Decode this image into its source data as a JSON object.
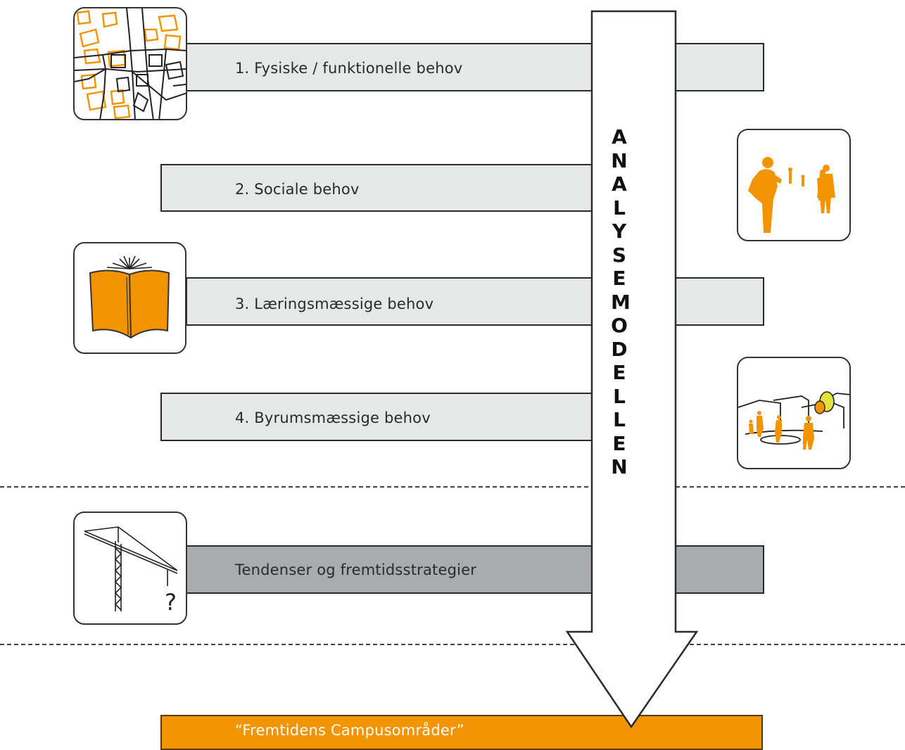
{
  "levels": [
    {
      "label": "1. Fysiske / funktionelle behov",
      "icon": "city-map-icon"
    },
    {
      "label": "2. Sociale behov",
      "icon": "people-icon"
    },
    {
      "label": "3. Læringsmæssige behov",
      "icon": "book-icon"
    },
    {
      "label": "4. Byrumsmæssige behov",
      "icon": "urban-space-icon"
    }
  ],
  "trends": {
    "label": "Tendenser og fremtidsstrategier",
    "icon": "crane-icon",
    "question_mark": "?"
  },
  "result": {
    "label": "“Fremtidens Campusområder”"
  },
  "arrow": {
    "label": "ANALYSEMODELLEN"
  },
  "colors": {
    "accent": "#f29400",
    "bar_light": "#e6e8e8",
    "bar_dark": "#a9abad"
  }
}
